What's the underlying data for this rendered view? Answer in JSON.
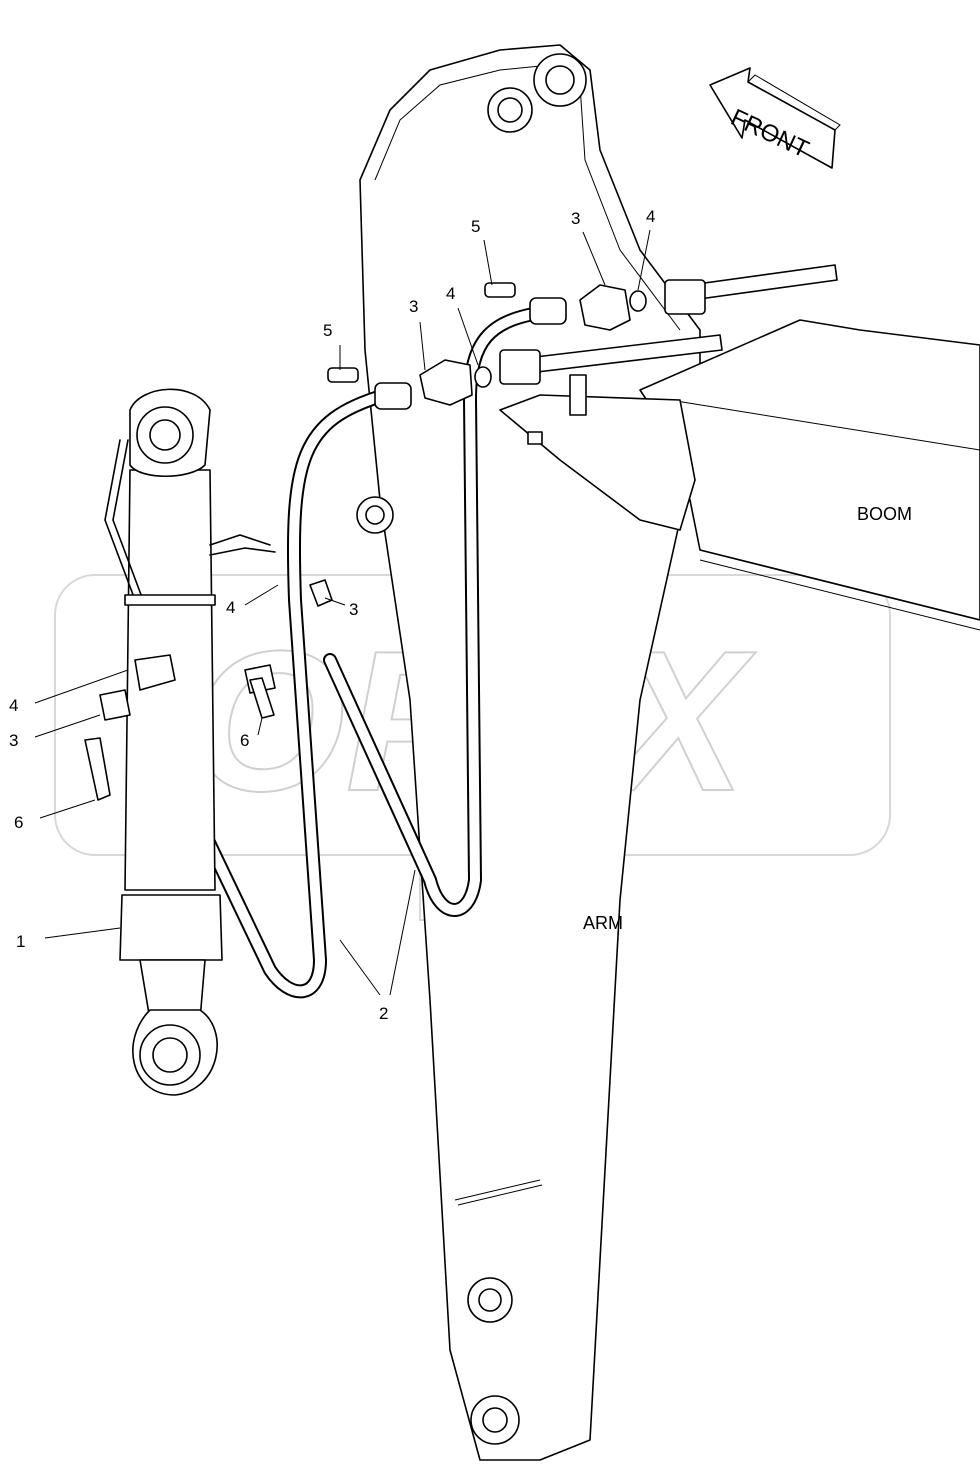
{
  "diagram": {
    "watermark": "OPEX",
    "direction_arrow": {
      "label": "FRONT",
      "icon": "arrow-left-icon"
    },
    "region_labels": {
      "boom": "BOOM",
      "arm": "ARM"
    },
    "callouts": [
      {
        "id": "c1",
        "text": "5"
      },
      {
        "id": "c2",
        "text": "3"
      },
      {
        "id": "c3",
        "text": "4"
      },
      {
        "id": "c4",
        "text": "5"
      },
      {
        "id": "c5",
        "text": "3"
      },
      {
        "id": "c6",
        "text": "4"
      },
      {
        "id": "c7",
        "text": "4"
      },
      {
        "id": "c8",
        "text": "3"
      },
      {
        "id": "c9",
        "text": "4"
      },
      {
        "id": "c10",
        "text": "3"
      },
      {
        "id": "c11",
        "text": "6"
      },
      {
        "id": "c12",
        "text": "6"
      },
      {
        "id": "c13",
        "text": "1"
      },
      {
        "id": "c14",
        "text": "2"
      }
    ]
  }
}
